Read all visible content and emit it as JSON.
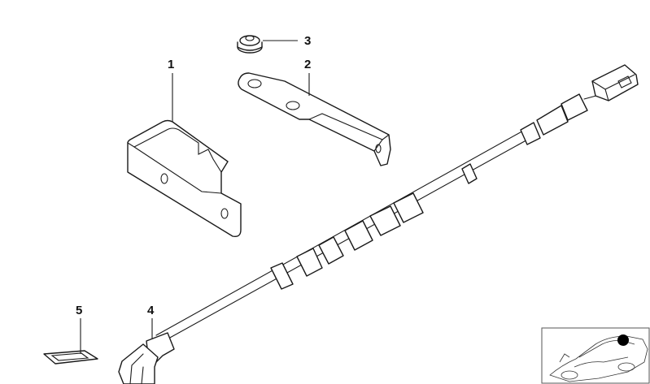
{
  "callouts": [
    {
      "id": "1",
      "text": "1"
    },
    {
      "id": "2",
      "text": "2"
    },
    {
      "id": "3",
      "text": "3"
    },
    {
      "id": "4",
      "text": "4"
    },
    {
      "id": "5",
      "text": "5"
    }
  ],
  "colors": {
    "line": "#1a1a1a",
    "background": "#ffffff",
    "marker": "#000000"
  },
  "icons": [
    "car-location-thumbnail"
  ]
}
